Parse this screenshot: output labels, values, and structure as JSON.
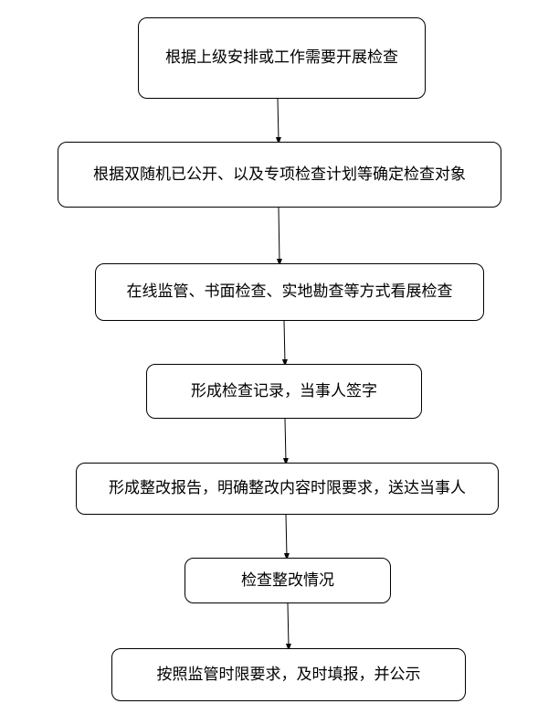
{
  "flowchart": {
    "steps": [
      {
        "label": "根据上级安排或工作需要开展检查"
      },
      {
        "label": "根据双随机已公开、以及专项检查计划等确定检查对象"
      },
      {
        "label": "在线监管、书面检查、实地勘查等方式看展检查"
      },
      {
        "label": "形成检查记录，当事人签字"
      },
      {
        "label": "形成整改报告，明确整改内容时限要求，送达当事人"
      },
      {
        "label": "检查整改情况"
      },
      {
        "label": "按照监管时限要求，及时填报，并公示"
      }
    ]
  }
}
